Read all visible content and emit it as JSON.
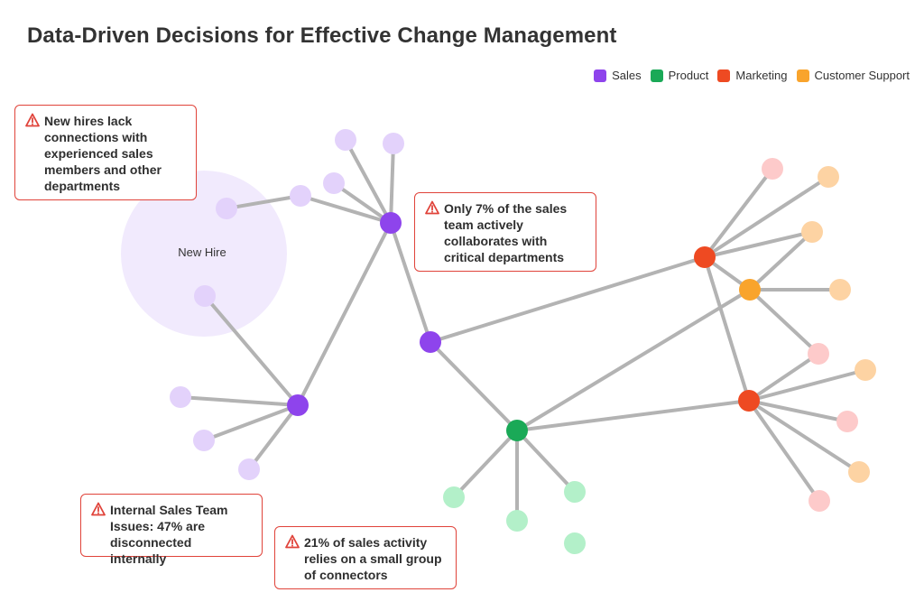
{
  "title": "Data-Driven Decisions for Effective Change Management",
  "legend": [
    {
      "label": "Sales",
      "color": "#8e44ec"
    },
    {
      "label": "Product",
      "color": "#1aa957"
    },
    {
      "label": "Marketing",
      "color": "#ee4a22"
    },
    {
      "label": "Customer Support",
      "color": "#f9a42c"
    }
  ],
  "cluster_label": "New Hire",
  "callouts": {
    "new_hires": "New hires lack connections with experienced sales members and other departments",
    "seven_percent": "Only 7% of the sales team actively collaborates with critical departments",
    "internal": "Internal Sales Team Issues: 47% are disconnected internally",
    "twenty_one": "21% of sales activity relies on a small group of connectors"
  },
  "icons": {
    "warning": "warning-triangle-icon"
  },
  "colors": {
    "edge": "#b3b3b3",
    "cluster_fill": "#f1eafd",
    "callout_border": "#e0433a",
    "sales_light": "#e3d2fb",
    "product_light": "#b3f0c9",
    "marketing_light": "#fdcaca",
    "support_light": "#fdd3a3"
  }
}
